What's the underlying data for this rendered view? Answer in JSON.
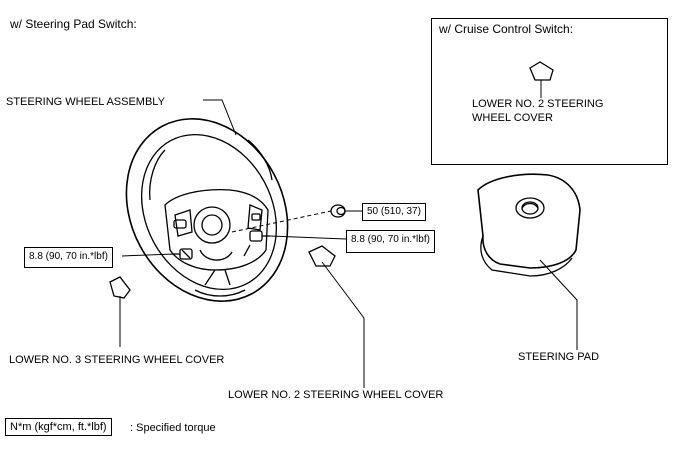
{
  "header": {
    "title": "w/ Steering Pad Switch:"
  },
  "inset": {
    "title": "w/ Cruise Control Switch:",
    "part_label": "LOWER NO. 2 STEERING\nWHEEL COVER"
  },
  "parts": {
    "steering_wheel": "STEERING WHEEL ASSEMBLY",
    "steering_pad": "STEERING PAD",
    "lower_no3": "LOWER NO. 3 STEERING WHEEL COVER",
    "lower_no2": "LOWER NO. 2 STEERING WHEEL COVER"
  },
  "torques": {
    "nut": "50 (510, 37)",
    "bolt_right": "8.8 (90, 70 in.*lbf)",
    "bolt_left": "8.8 (90, 70 in.*lbf)"
  },
  "legend": {
    "box": "N*m (kgf*cm, ft.*lbf)",
    "text": ": Specified torque"
  }
}
